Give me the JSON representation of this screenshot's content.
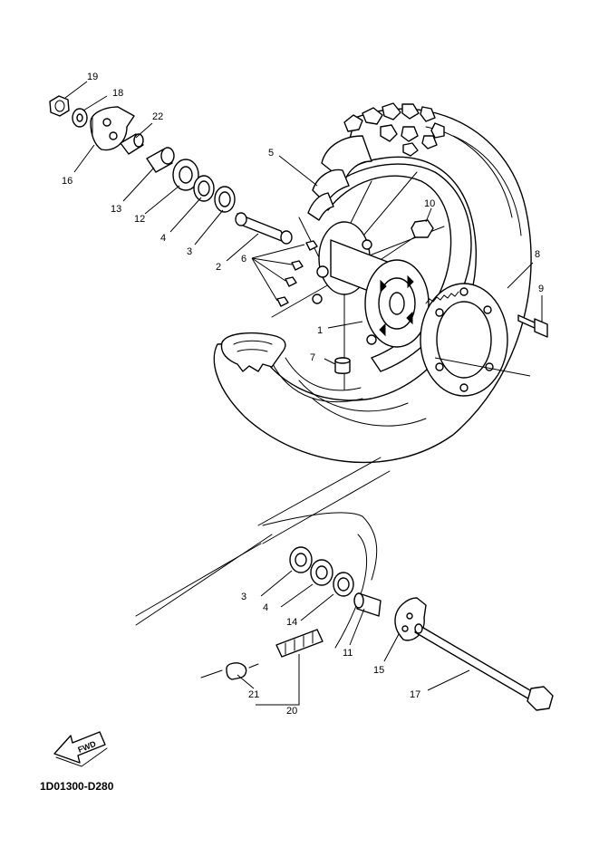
{
  "diagram": {
    "drawing_code": "1D01300-D280",
    "fwd_label": "FWD",
    "callouts": [
      {
        "id": "c19",
        "label": "19"
      },
      {
        "id": "c18",
        "label": "18"
      },
      {
        "id": "c22",
        "label": "22"
      },
      {
        "id": "c16",
        "label": "16"
      },
      {
        "id": "c13",
        "label": "13"
      },
      {
        "id": "c12",
        "label": "12"
      },
      {
        "id": "c4a",
        "label": "4"
      },
      {
        "id": "c3a",
        "label": "3"
      },
      {
        "id": "c2",
        "label": "2"
      },
      {
        "id": "c5",
        "label": "5"
      },
      {
        "id": "c10",
        "label": "10"
      },
      {
        "id": "c6",
        "label": "6"
      },
      {
        "id": "c1",
        "label": "1"
      },
      {
        "id": "c8",
        "label": "8"
      },
      {
        "id": "c9",
        "label": "9"
      },
      {
        "id": "c7",
        "label": "7"
      },
      {
        "id": "c3b",
        "label": "3"
      },
      {
        "id": "c4b",
        "label": "4"
      },
      {
        "id": "c14",
        "label": "14"
      },
      {
        "id": "c11",
        "label": "11"
      },
      {
        "id": "c15",
        "label": "15"
      },
      {
        "id": "c17",
        "label": "17"
      },
      {
        "id": "c21",
        "label": "21"
      },
      {
        "id": "c20",
        "label": "20"
      }
    ]
  }
}
